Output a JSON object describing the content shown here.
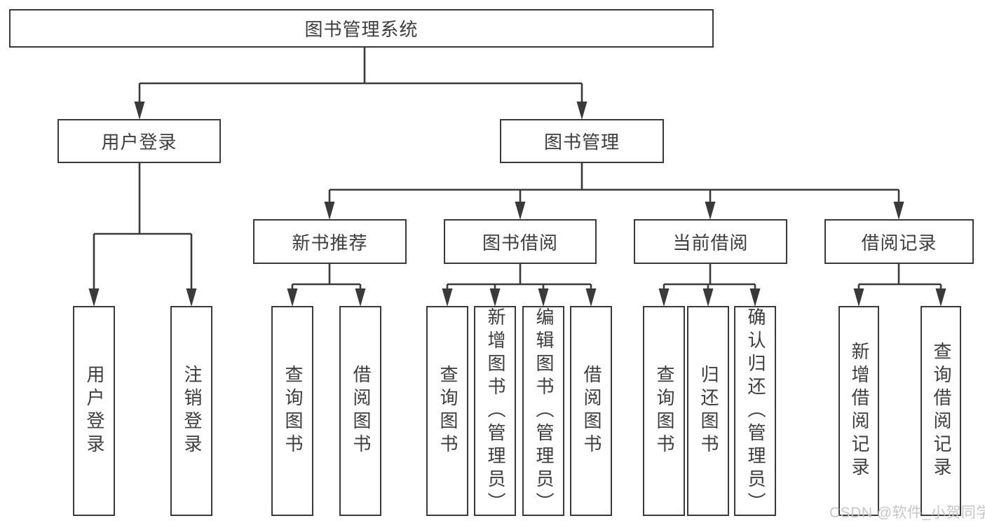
{
  "diagram": {
    "type": "tree",
    "title": "图书管理系统",
    "colors": {
      "line": "#3a3a3a",
      "text": "#3d3d3d",
      "background": "#ffffff",
      "watermark": "#c6c6c6"
    },
    "nodes": {
      "root": "图书管理系统",
      "level2": {
        "user_login": "用户登录",
        "book_management": "图书管理"
      },
      "level3": {
        "new_book": "新书推荐",
        "book_borrow": "图书借阅",
        "current_borrow": "当前借阅",
        "borrow_record": "借阅记录"
      },
      "leaves": {
        "user_login": [
          "用户登录",
          "注销登录"
        ],
        "new_book": [
          "查询图书",
          "借阅图书"
        ],
        "book_borrow": [
          "查询图书",
          "新增图书（管理员）",
          "编辑图书（管理员）",
          "借阅图书"
        ],
        "current_borrow": [
          "查询图书",
          "归还图书",
          "确认归还（管理员）"
        ],
        "borrow_record": [
          "新增借阅记录",
          "查询借阅记录"
        ]
      }
    },
    "watermark": "CSDN @软件_小贺同学"
  }
}
